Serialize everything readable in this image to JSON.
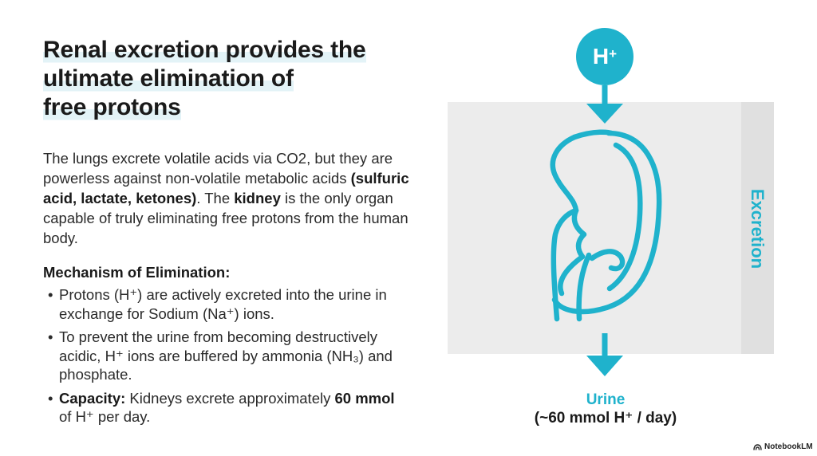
{
  "title": {
    "line1": "Renal excretion provides the",
    "line2": "ultimate elimination of",
    "line3": "free protons"
  },
  "intro": {
    "part1": "The lungs excrete volatile acids via CO2, but they are powerless against non-volatile metabolic acids ",
    "bold1": "(sulfuric acid, lactate, ketones)",
    "part2": ". The ",
    "bold2": "kidney",
    "part3": " is the only organ capable of truly eliminating free protons from the human body."
  },
  "mechanism": {
    "heading": "Mechanism of Elimination:",
    "bullets": [
      {
        "text": "Protons (H⁺) are actively excreted into the urine in exchange for Sodium (Na⁺) ions."
      },
      {
        "text": "To prevent the urine from becoming destructively acidic, H⁺ ions are buffered by ammonia (NH₃) and phosphate."
      },
      {
        "bold": "Capacity:",
        "text_a": " Kidneys excrete approximately ",
        "bold_value": "60 mmol",
        "text_b": " of H⁺ per day."
      }
    ]
  },
  "diagram": {
    "proton_symbol": "H",
    "proton_charge": "+",
    "side_label": "Excretion",
    "output_label": "Urine",
    "output_rate": "(~60 mmol H⁺ / day)",
    "accent_color": "#1fb2cc",
    "panel_color": "#ececec",
    "icons": [
      "proton-circle",
      "down-arrow-icon",
      "kidney-icon"
    ]
  },
  "brand": {
    "name": "NotebookLM"
  }
}
